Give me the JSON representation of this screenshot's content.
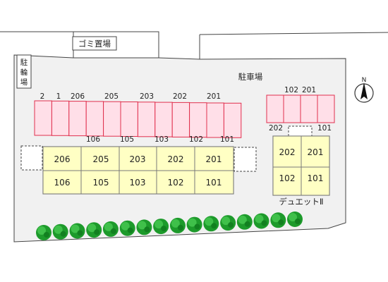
{
  "labels": {
    "garbage": "ゴミ置場",
    "bicycle_parking": [
      "駐",
      "輪",
      "場"
    ],
    "parking": "駐車場",
    "building_name": "デュエットⅡ",
    "north": "N"
  },
  "parking_left": {
    "top_labels": [
      "2",
      "1",
      "206",
      "205",
      "203",
      "202",
      "201"
    ],
    "bottom_labels": [
      "106",
      "105",
      "103",
      "102",
      "101"
    ]
  },
  "parking_right": {
    "top_labels": [
      "102",
      "201"
    ],
    "bottom_labels": [
      "202",
      "101"
    ]
  },
  "main_building": {
    "upper_units": [
      "206",
      "205",
      "203",
      "202",
      "201"
    ],
    "lower_units": [
      "106",
      "105",
      "103",
      "102",
      "101"
    ]
  },
  "duet_building": {
    "upper_units": [
      "202",
      "201"
    ],
    "lower_units": [
      "102",
      "101"
    ]
  },
  "colors": {
    "lot": "#f1f1f1",
    "parking_fill": "#ffdfe8",
    "parking_stroke": "#e0304e",
    "building_fill": "#ffffc4",
    "building_stroke": "#7a7a7a",
    "tree": "#1d9a2b"
  },
  "tree_count": 16
}
